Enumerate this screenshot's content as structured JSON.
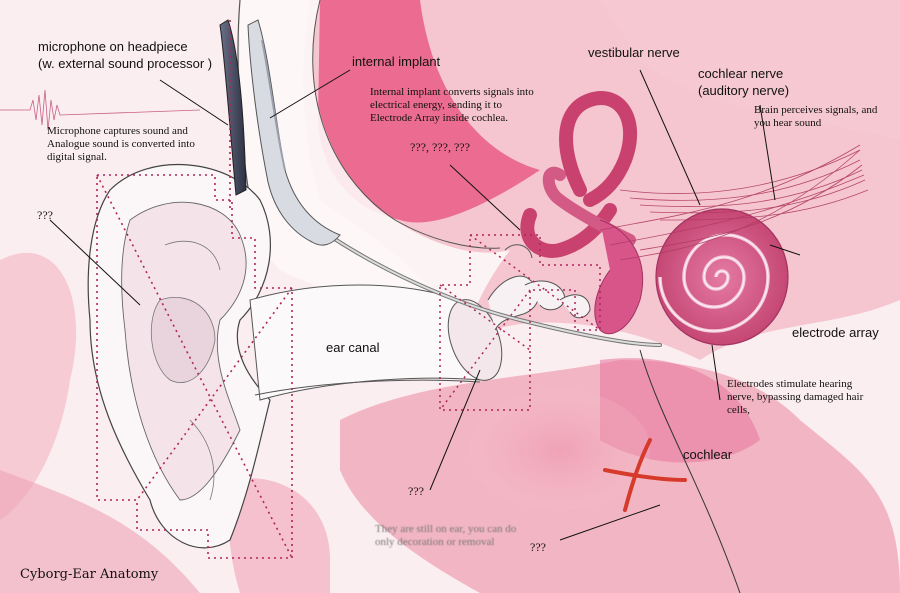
{
  "title": "Cyborg-Ear Anatomy",
  "labels": {
    "microphone": "microphone on headpiece",
    "microphone_sub": "(w. external sound processor )",
    "internal_implant": "internal implant",
    "vestibular_nerve": "vestibular nerve",
    "cochlear_nerve": "cochlear nerve",
    "cochlear_nerve_sub": "(auditory nerve)",
    "ear_canal": "ear canal",
    "electrode_array": "electrode array",
    "cochlear": "cochlear"
  },
  "notes": {
    "microphone": "Microphone captures sound and Analogue sound is converted into digital signal.",
    "implant": "Internal implant converts signals into electrical energy, sending it to Electrode Array inside cochlea.",
    "brain": "Brain perceives signals, and you hear sound",
    "electrodes": "Electrodes stimulate hearing nerve, bypassing damaged hair cells,",
    "outer_ear": "They are still on ear, you can do only decoration or removal"
  },
  "unknowns": {
    "middle_ear": "???, ???, ???",
    "outer_ear": "???",
    "eardrum": "???",
    "bottom": "???"
  },
  "colors": {
    "pink_wash": "#f2b6c3",
    "deep_pink": "#e0457a",
    "cochlea": "#d8558a",
    "dotted_guide": "#b0245a",
    "red_cross": "#d63a2a",
    "device": "#4a4f63"
  }
}
